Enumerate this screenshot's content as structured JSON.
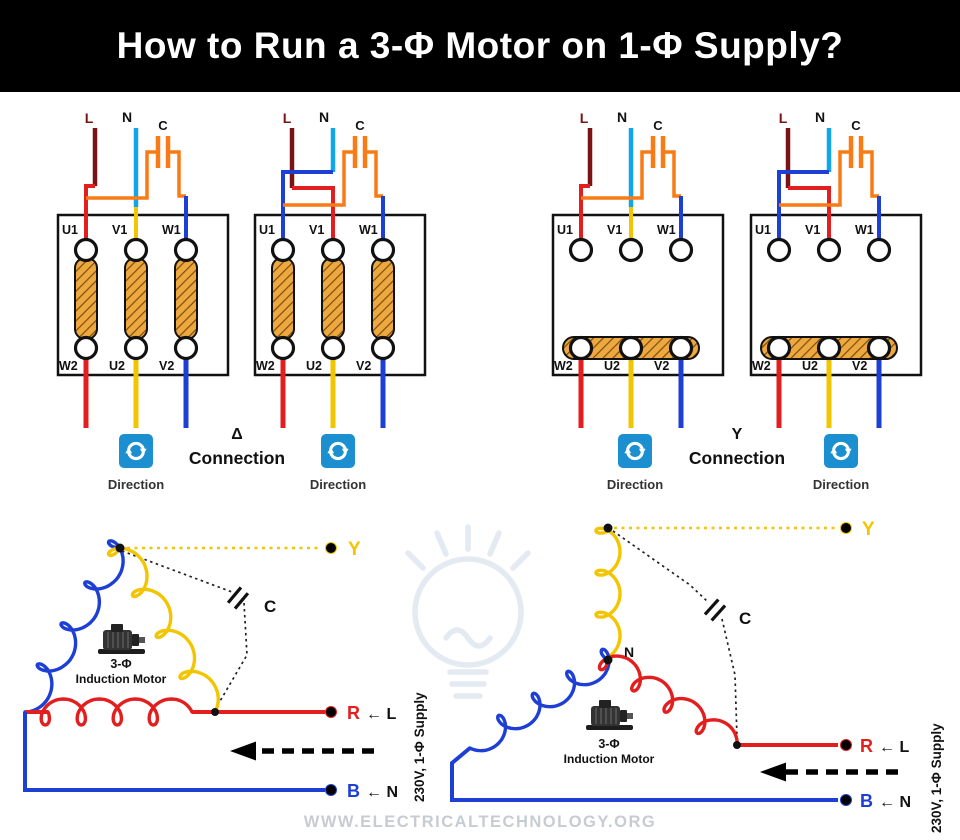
{
  "header": {
    "title": "How to Run a 3-Φ Motor on 1-Φ Supply?"
  },
  "supply": {
    "l": "L",
    "n": "N",
    "c": "C"
  },
  "terminals": {
    "u1": "U1",
    "v1": "V1",
    "w1": "W1",
    "w2": "W2",
    "u2": "U2",
    "v2": "V2"
  },
  "delta": {
    "symbol": "Δ",
    "connection": "Connection",
    "direction": "Direction"
  },
  "star": {
    "symbol": "Y",
    "connection": "Connection",
    "direction": "Direction"
  },
  "schematic": {
    "y": "Y",
    "r": "R",
    "b": "B",
    "arrow_l": "← L",
    "arrow_n": "← N",
    "cap": "C",
    "neutral": "N",
    "motor_line1": "3-Φ",
    "motor_line2": "Induction Motor",
    "supply_vertical": "230V, 1-Φ Supply"
  },
  "footer": {
    "watermark": "WWW.ELECTRICALTECHNOLOGY.ORG"
  },
  "colors": {
    "l_wire": "#7a1414",
    "n_wire": "#12a5e8",
    "capacitor": "#f97b16",
    "phase_r": "#e31e1e",
    "phase_y": "#f2c500",
    "phase_b": "#1d3fd4",
    "icon_blue": "#1b8fd0",
    "link_bar": "#eda83f",
    "header_bg": "#000000"
  }
}
